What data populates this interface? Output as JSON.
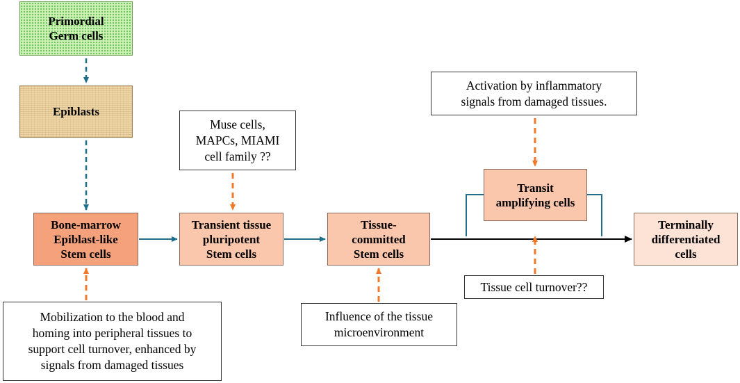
{
  "stages": {
    "primordial_germ": "Primordial\nGerm cells",
    "epiblasts": "Epiblasts",
    "bone_marrow": "Bone-marrow\nEpiblast-like\nStem cells",
    "transient_pluripotent": "Transient tissue\npluripotent\nStem cells",
    "tissue_committed": "Tissue-\ncommitted\nStem cells",
    "transit_amplifying": "Transit\namplifying cells",
    "terminally_differentiated": "Terminally\ndifferentiated\ncells"
  },
  "notes": {
    "muse": "Muse cells,\nMAPCs, MIAMI\ncell family ??",
    "inflammatory": "Activation by inflammatory\nsignals from damaged tissues.",
    "mobilization": "Mobilization to the blood  and\nhoming into peripheral tissues to\nsupport cell turnover, enhanced by\nsignals from damaged tissues",
    "microenvironment": "Influence of the tissue\nmicroenvironment",
    "turnover": "Tissue cell turnover??"
  },
  "colors": {
    "blue_arrow": "#1f6f8b",
    "orange_arrow": "#f07a2a",
    "main_arrow": "#000000",
    "bone_marrow_fill": "#f5a27c",
    "stem_fill": "#fac7ac",
    "terminal_fill": "#fde2d6",
    "germ_fill": "#c9f1b4",
    "epiblast_fill": "#efd6a6"
  }
}
